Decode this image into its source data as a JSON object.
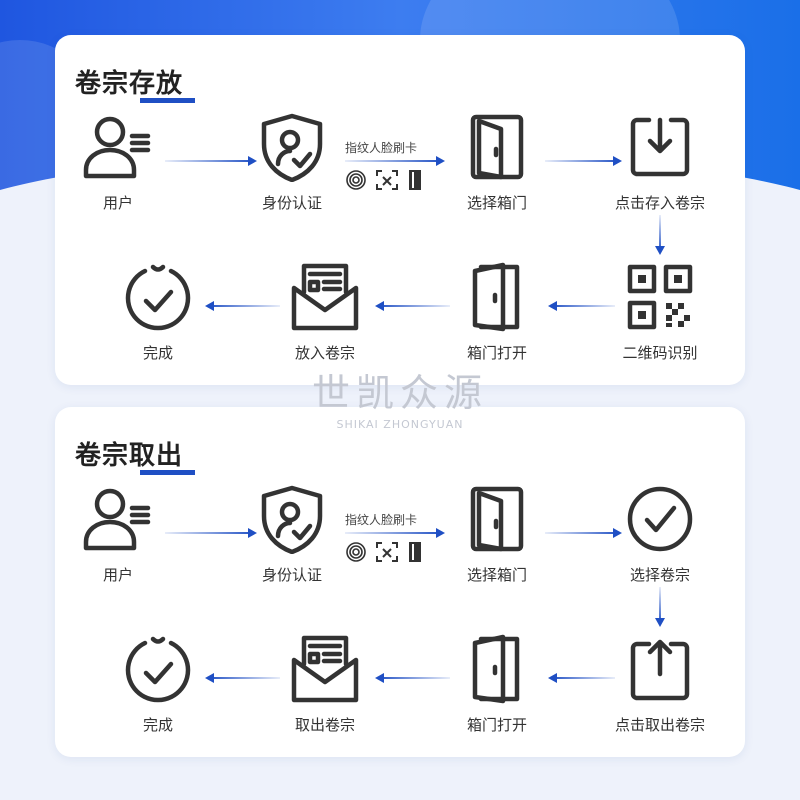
{
  "colors": {
    "accent": "#1f4fc4",
    "icon": "#333333"
  },
  "watermark": {
    "cn": "世凯众源",
    "en": "SHIKAI ZHONGYUAN"
  },
  "sections": [
    {
      "title": "卷宗存放",
      "auth_label": "指纹人脸刷卡",
      "steps": [
        {
          "label": "用户",
          "icon": "user-icon"
        },
        {
          "label": "身份认证",
          "icon": "shield-user-icon"
        },
        {
          "label": "选择箱门",
          "icon": "door-icon"
        },
        {
          "label": "点击存入卷宗",
          "icon": "download-icon"
        },
        {
          "label": "二维码识别",
          "icon": "qr-code-icon"
        },
        {
          "label": "箱门打开",
          "icon": "open-door-icon"
        },
        {
          "label": "放入卷宗",
          "icon": "envelope-document-icon"
        },
        {
          "label": "完成",
          "icon": "smile-check-icon"
        }
      ]
    },
    {
      "title": "卷宗取出",
      "auth_label": "指纹人脸刷卡",
      "steps": [
        {
          "label": "用户",
          "icon": "user-icon"
        },
        {
          "label": "身份认证",
          "icon": "shield-user-icon"
        },
        {
          "label": "选择箱门",
          "icon": "door-icon"
        },
        {
          "label": "选择卷宗",
          "icon": "check-circle-icon"
        },
        {
          "label": "点击取出卷宗",
          "icon": "upload-icon"
        },
        {
          "label": "箱门打开",
          "icon": "open-door-icon"
        },
        {
          "label": "取出卷宗",
          "icon": "envelope-document-icon"
        },
        {
          "label": "完成",
          "icon": "smile-check-icon"
        }
      ]
    }
  ]
}
